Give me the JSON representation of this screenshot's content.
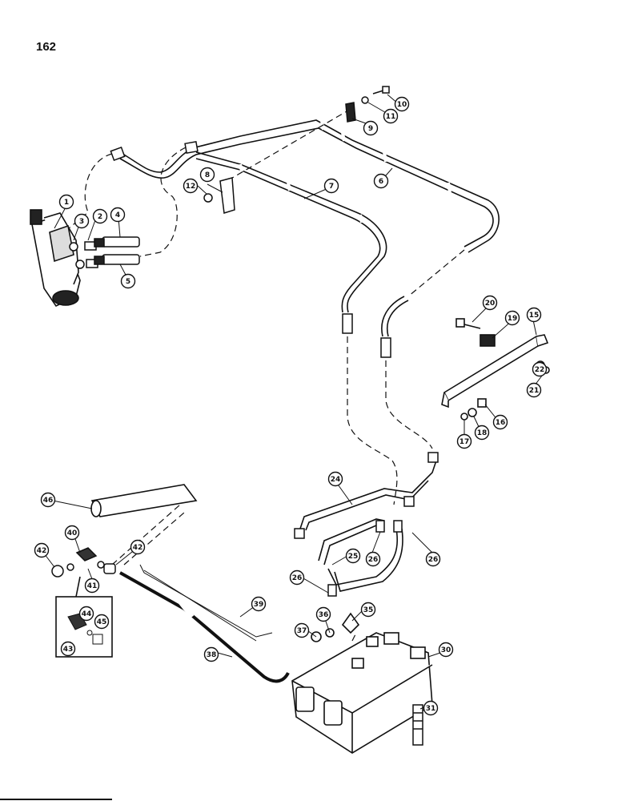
{
  "page_number": "162",
  "callouts": [
    "1",
    "2",
    "3",
    "4",
    "5",
    "6",
    "7",
    "8",
    "9",
    "10",
    "11",
    "12",
    "15",
    "16",
    "17",
    "18",
    "19",
    "20",
    "21",
    "22",
    "24",
    "25",
    "26",
    "26",
    "26",
    "30",
    "31",
    "35",
    "36",
    "37",
    "38",
    "39",
    "40",
    "41",
    "42",
    "42",
    "43",
    "44",
    "45",
    "46"
  ],
  "colors": {
    "ink": "#111111",
    "paper": "#ffffff"
  }
}
